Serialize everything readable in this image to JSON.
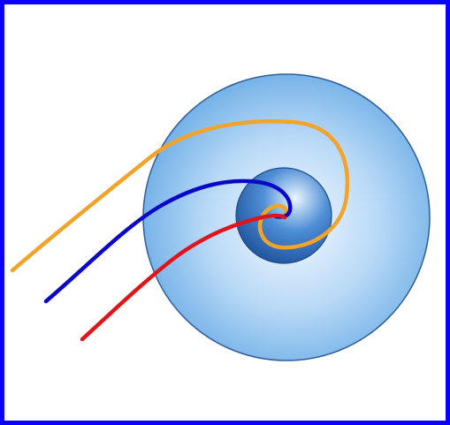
{
  "colors": {
    "frame": "#0b00ff",
    "background": "#ffffff",
    "outer_disk_light": "#f4f9ff",
    "outer_disk_mid": "#b8d9f7",
    "outer_disk_edge": "#6eaee6",
    "outer_disk_stroke": "#2f5d9a",
    "inner_sphere_highlight": "#eaf6ff",
    "inner_sphere_mid": "#4f8fd6",
    "inner_sphere_dark": "#1c4f9a",
    "inner_sphere_stroke": "#1d4a86",
    "orange_path": "#f2a42a",
    "blue_path": "#0a08c8",
    "red_path": "#e0141b"
  },
  "paths": [
    {
      "name": "orange-trajectory",
      "color": "orange"
    },
    {
      "name": "blue-trajectory",
      "color": "blue"
    },
    {
      "name": "red-trajectory",
      "color": "red"
    }
  ]
}
